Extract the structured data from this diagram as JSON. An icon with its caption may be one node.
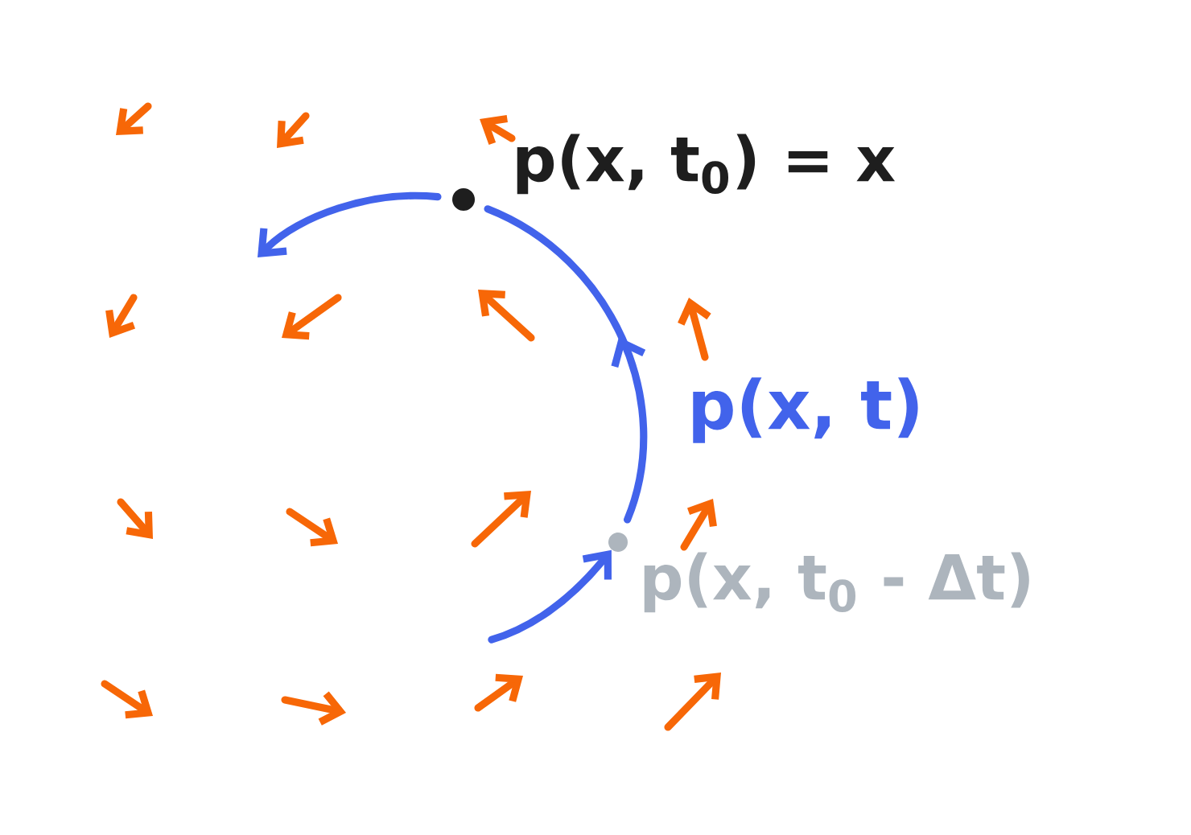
{
  "diagram": {
    "nodes": [
      {
        "text": [],
        "shape": "circle",
        "beside": [
          "p(x, t$_{0}$) = x"
        ]
      },
      {
        "text": [],
        "shape": "circle",
        "beside": [
          "p(x, t$_{0}$ - Δt)"
        ]
      }
    ],
    "edges": [
      {
        "from": null,
        "to": 1,
        "arrow": "to"
      },
      {
        "from": 1,
        "to": 0,
        "arrow": "to",
        "label": "p(x, t)"
      },
      {
        "from": 0,
        "to": null,
        "arrow": "to"
      }
    ]
  }
}
